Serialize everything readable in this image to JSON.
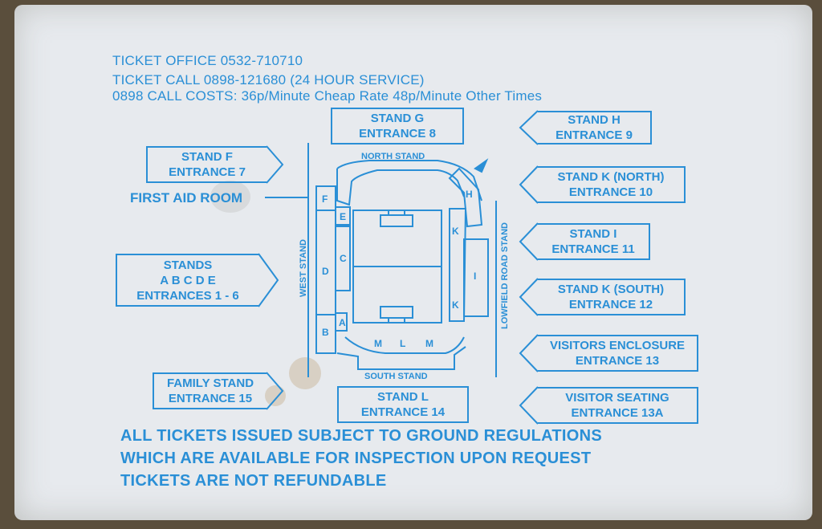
{
  "header": {
    "line1": "TICKET OFFICE  0532-710710",
    "line2": "TICKET CALL      0898-121680 (24 HOUR SERVICE)",
    "line3": "0898 CALL COSTS: 36p/Minute Cheap Rate  48p/Minute Other Times"
  },
  "boxes": {
    "stand_g": [
      "STAND G",
      "ENTRANCE 8"
    ],
    "stand_h": [
      "STAND H",
      "ENTRANCE 9"
    ],
    "stand_f": [
      "STAND F",
      "ENTRANCE 7"
    ],
    "stand_k_north": [
      "STAND K (NORTH)",
      "ENTRANCE 10"
    ],
    "stand_i": [
      "STAND I",
      "ENTRANCE 11"
    ],
    "stands_abcde": [
      "STANDS",
      "A B C D E",
      "ENTRANCES 1 - 6"
    ],
    "stand_k_south": [
      "STAND K (SOUTH)",
      "ENTRANCE 12"
    ],
    "visitors_enclosure": [
      "VISITORS ENCLOSURE",
      "ENTRANCE 13"
    ],
    "family_stand": [
      "FAMILY STAND",
      "ENTRANCE 15"
    ],
    "stand_l": [
      "STAND L",
      "ENTRANCE 14"
    ],
    "visitor_seating": [
      "VISITOR SEATING",
      "ENTRANCE 13A"
    ]
  },
  "first_aid": "FIRST AID ROOM",
  "map": {
    "north": "NORTH STAND",
    "south": "SOUTH STAND",
    "west": "WEST STAND",
    "east": "LOWFIELD ROAD STAND",
    "letters": {
      "f": "F",
      "e": "E",
      "d": "D",
      "c": "C",
      "b": "B",
      "a": "A",
      "h": "H",
      "k1": "K",
      "k2": "K",
      "i": "I",
      "m1": "M",
      "l": "L",
      "m2": "M"
    }
  },
  "footer": {
    "line1": "ALL TICKETS ISSUED SUBJECT TO GROUND REGULATIONS",
    "line2": "WHICH ARE AVAILABLE FOR INSPECTION UPON REQUEST",
    "line3": "TICKETS ARE NOT REFUNDABLE"
  },
  "colors": {
    "ink": "#2a8fd6",
    "paper": "#e7eaee"
  }
}
